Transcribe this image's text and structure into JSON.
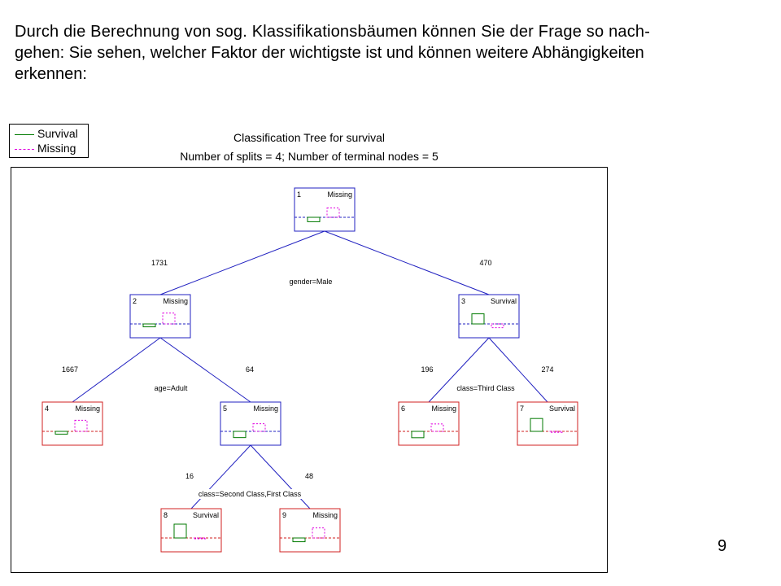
{
  "intro": {
    "line1": "Durch die Berechnung von sog. Klassifikationsbäumen können Sie der Frage so nach-",
    "line2": "gehen: Sie sehen, welcher Faktor der wichtigste ist und können weitere Abhängigkeiten",
    "line3": "erkennen:"
  },
  "legend": {
    "items": [
      {
        "label": "Survival",
        "color": "#007a00",
        "style": "solid"
      },
      {
        "label": "Missing",
        "color": "#e000e0",
        "style": "dashed"
      }
    ]
  },
  "chart": {
    "title": "Classification Tree for survival",
    "subtitle": "Number of splits = 4; Number of terminal nodes = 5"
  },
  "tree": {
    "nodes": [
      {
        "id": "1",
        "label": "Missing",
        "terminal": false,
        "survival": 0.32,
        "missing": 0.68
      },
      {
        "id": "2",
        "label": "Missing",
        "terminal": false,
        "survival": 0.21,
        "missing": 0.79
      },
      {
        "id": "3",
        "label": "Survival",
        "terminal": false,
        "survival": 0.73,
        "missing": 0.27
      },
      {
        "id": "4",
        "label": "Missing",
        "terminal": true,
        "survival": 0.2,
        "missing": 0.8
      },
      {
        "id": "5",
        "label": "Missing",
        "terminal": false,
        "survival": 0.45,
        "missing": 0.55
      },
      {
        "id": "6",
        "label": "Missing",
        "terminal": true,
        "survival": 0.46,
        "missing": 0.54
      },
      {
        "id": "7",
        "label": "Survival",
        "terminal": true,
        "survival": 0.93,
        "missing": 0.07
      },
      {
        "id": "8",
        "label": "Survival",
        "terminal": true,
        "survival": 1.0,
        "missing": 0.0
      },
      {
        "id": "9",
        "label": "Missing",
        "terminal": true,
        "survival": 0.27,
        "missing": 0.73
      }
    ],
    "splits": [
      {
        "parent": "1",
        "condition": "gender=Male",
        "left": "2",
        "right": "3",
        "left_count": "1731",
        "right_count": "470"
      },
      {
        "parent": "2",
        "condition": "age=Adult",
        "left": "4",
        "right": "5",
        "left_count": "1667",
        "right_count": "64"
      },
      {
        "parent": "3",
        "condition": "class=Third Class",
        "left": "6",
        "right": "7",
        "left_count": "196",
        "right_count": "274"
      },
      {
        "parent": "5",
        "condition": "class=Second Class,First Class",
        "left": "8",
        "right": "9",
        "left_count": "16",
        "right_count": "48"
      }
    ],
    "colors": {
      "internal": "#2020c0",
      "terminal": "#d02020",
      "survival": "#007a00",
      "missing": "#e000e0"
    }
  },
  "page_number": "9"
}
